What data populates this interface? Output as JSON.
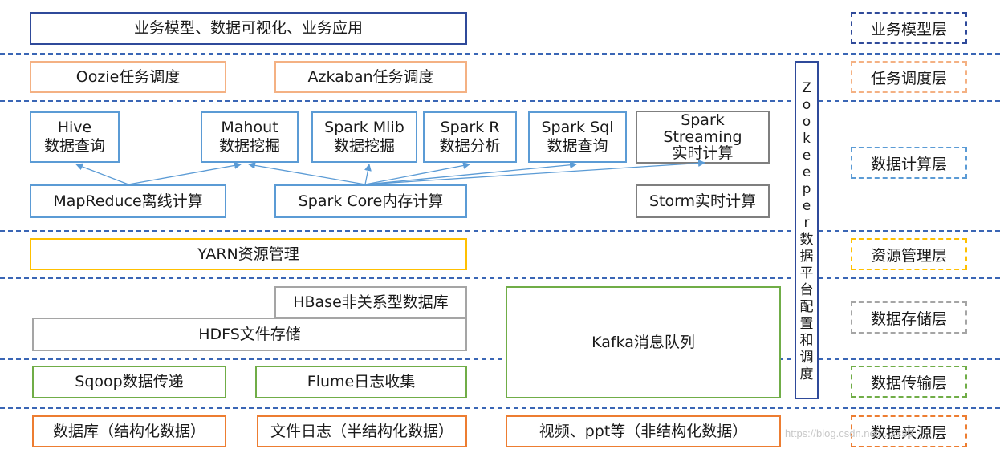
{
  "top_app": "业务模型、数据可视化、业务应用",
  "scheduling": {
    "oozie": "Oozie任务调度",
    "azkaban": "Azkaban任务调度"
  },
  "compute": {
    "hive": "Hive\n数据查询",
    "mahout": "Mahout\n数据挖掘",
    "spark_mlib": "Spark Mlib\n数据挖掘",
    "spark_r": "Spark R\n数据分析",
    "spark_sql": "Spark Sql\n数据查询",
    "spark_streaming": "Spark\nStreaming\n实时计算",
    "mapreduce": "MapReduce离线计算",
    "spark_core": "Spark Core内存计算",
    "storm": "Storm实时计算"
  },
  "resource": {
    "yarn": "YARN资源管理"
  },
  "storage": {
    "hbase": "HBase非关系型数据库",
    "hdfs": "HDFS文件存储",
    "kafka": "Kafka消息队列"
  },
  "transfer": {
    "sqoop": "Sqoop数据传递",
    "flume": "Flume日志收集"
  },
  "sources": {
    "db": "数据库（结构化数据）",
    "log": "文件日志（半结构化数据）",
    "video": "视频、ppt等（非结构化数据）"
  },
  "zookeeper": [
    "Z",
    "o",
    "o",
    "k",
    "e",
    "e",
    "p",
    "e",
    "r",
    "数",
    "据",
    "平",
    "台",
    "配",
    "置",
    "和",
    "调",
    "度"
  ],
  "layers": {
    "business": "业务模型层",
    "scheduling": "任务调度层",
    "compute": "数据计算层",
    "resource": "资源管理层",
    "storage": "数据存储层",
    "transfer": "数据传输层",
    "source": "数据来源层"
  },
  "colors": {
    "business": "#2f4a9a",
    "scheduling": "#f4b183",
    "compute": "#5b9bd5",
    "resource": "#ffc000",
    "storage": "#a5a5a5",
    "transfer": "#70ad47",
    "source": "#ed7d31"
  },
  "watermark": "https://blog.csdn.net/...2399"
}
